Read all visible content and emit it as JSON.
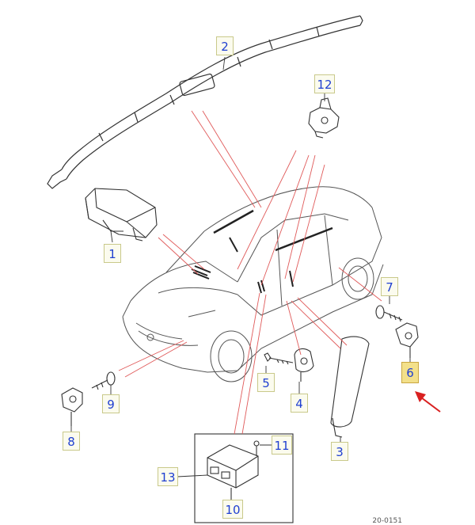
{
  "diagram": {
    "callouts": [
      {
        "label": "1"
      },
      {
        "label": "2"
      },
      {
        "label": "3"
      },
      {
        "label": "4"
      },
      {
        "label": "5"
      },
      {
        "label": "6"
      },
      {
        "label": "7"
      },
      {
        "label": "8"
      },
      {
        "label": "9"
      },
      {
        "label": "10"
      },
      {
        "label": "11"
      },
      {
        "label": "12"
      },
      {
        "label": "13"
      }
    ],
    "highlighted_callout": "6",
    "reference": "20-0151",
    "colors": {
      "callout_text": "#1f3fd1",
      "callout_box": "#fbfbee",
      "highlight_box": "#f3e08a",
      "leader_line": "#e05a5a",
      "arrow": "#d92020",
      "line_art": "#333333"
    }
  }
}
